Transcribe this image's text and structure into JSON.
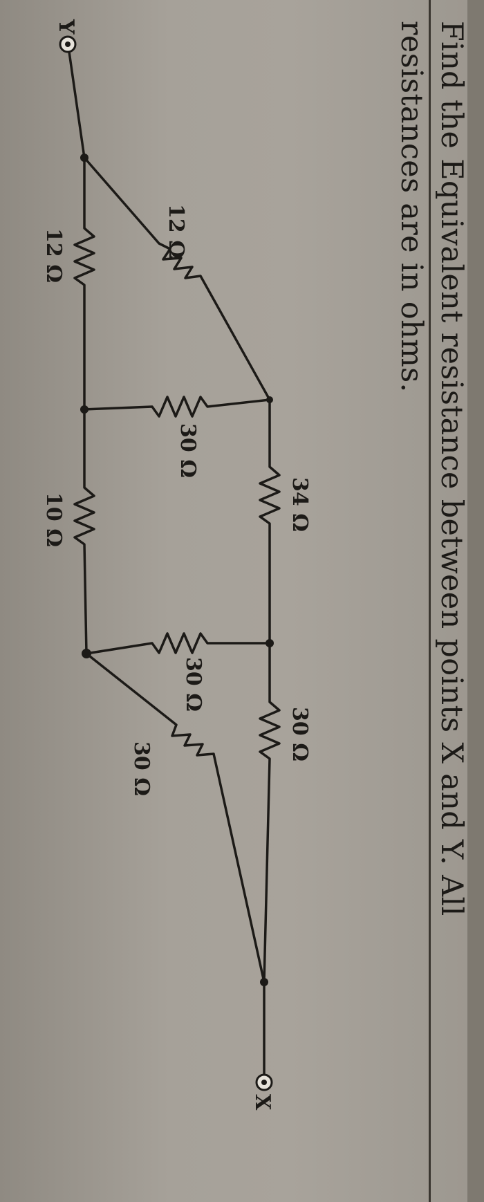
{
  "question": {
    "line1": "Find the Equivalent resistance between points X and Y. All",
    "line2": "resistances are in ohms."
  },
  "terminals": {
    "x": "X",
    "y": "Y"
  },
  "resistors": {
    "r_top_34": "34 Ω",
    "r_top_30": "30 Ω",
    "r_bot_12": "12 Ω",
    "r_bot_10": "10 Ω",
    "r_diag_12": "12 Ω",
    "r_mid_left_30": "30 Ω",
    "r_mid_right_30": "30 Ω",
    "r_diag_30": "30 Ω"
  },
  "colors": {
    "ink": "#1c1a17",
    "paper": "#a6a199",
    "terminal_fill": "#e6e2da"
  }
}
